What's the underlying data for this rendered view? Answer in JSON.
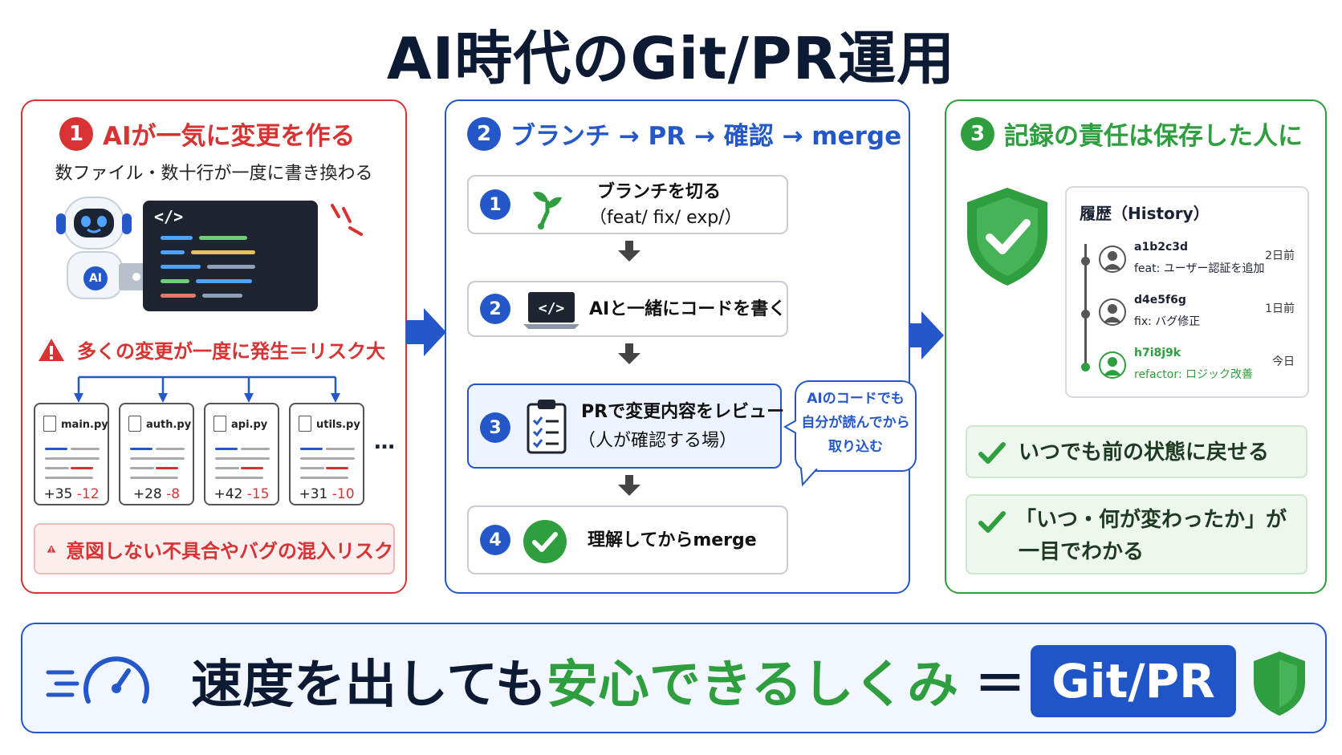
{
  "title": "AI時代のGit/PR運用",
  "colors": {
    "red": "#d83333",
    "blue": "#2458c9",
    "green": "#2e9e3e",
    "navy": "#0d1a33"
  },
  "panel1": {
    "num": "1",
    "heading": "AIが一気に変更を作る",
    "subtitle": "数ファイル・数十行が一度に書き換わる",
    "ai_badge": "AI",
    "code_tag": "</>",
    "warning": "多くの変更が一度に発生＝リスク大",
    "files": [
      {
        "name": "main.py",
        "add": "+35",
        "del": "-12"
      },
      {
        "name": "auth.py",
        "add": "+28",
        "del": "-8"
      },
      {
        "name": "api.py",
        "add": "+42",
        "del": "-15"
      },
      {
        "name": "utils.py",
        "add": "+31",
        "del": "-10"
      }
    ],
    "more": "…",
    "risk": "意図しない不具合やバグの混入リスク"
  },
  "panel2": {
    "num": "2",
    "heading": "ブランチ → PR → 確認 → merge",
    "steps": [
      {
        "num": "1",
        "line1": "ブランチを切る",
        "line2": "（feat/ fix/ exp/）",
        "icon": "branch-icon"
      },
      {
        "num": "2",
        "line1": "AIと一緒にコードを書く",
        "line2": "",
        "icon": "laptop-code-icon"
      },
      {
        "num": "3",
        "line1": "PRで変更内容をレビュー",
        "line2": "（人が確認する場）",
        "icon": "checklist-icon"
      },
      {
        "num": "4",
        "line1": "理解してからmerge",
        "line2": "",
        "icon": "check-circle-icon"
      }
    ],
    "bubble": [
      "AIのコードでも",
      "自分が読んでから",
      "取り込む"
    ]
  },
  "panel3": {
    "num": "3",
    "heading": "記録の責任は保存した人に",
    "history_title": "履歴（History）",
    "commits": [
      {
        "hash": "a1b2c3d",
        "msg": "feat: ユーザー認証を追加",
        "time": "2日前",
        "color": "#1a2233"
      },
      {
        "hash": "d4e5f6g",
        "msg": "fix: バグ修正",
        "time": "1日前",
        "color": "#1a2233"
      },
      {
        "hash": "h7i8j9k",
        "msg": "refactor: ロジック改善",
        "time": "今日",
        "color": "#2e9e3e"
      }
    ],
    "benefits": [
      {
        "line1": "いつでも前の状態に戻せる",
        "line2": ""
      },
      {
        "line1": "「いつ・何が変わったか」が",
        "line2": "一目でわかる"
      }
    ]
  },
  "bottom": {
    "part1": "速度を出しても",
    "part2": "安心できるしくみ",
    "equals": "＝",
    "badge": "Git/PR"
  }
}
